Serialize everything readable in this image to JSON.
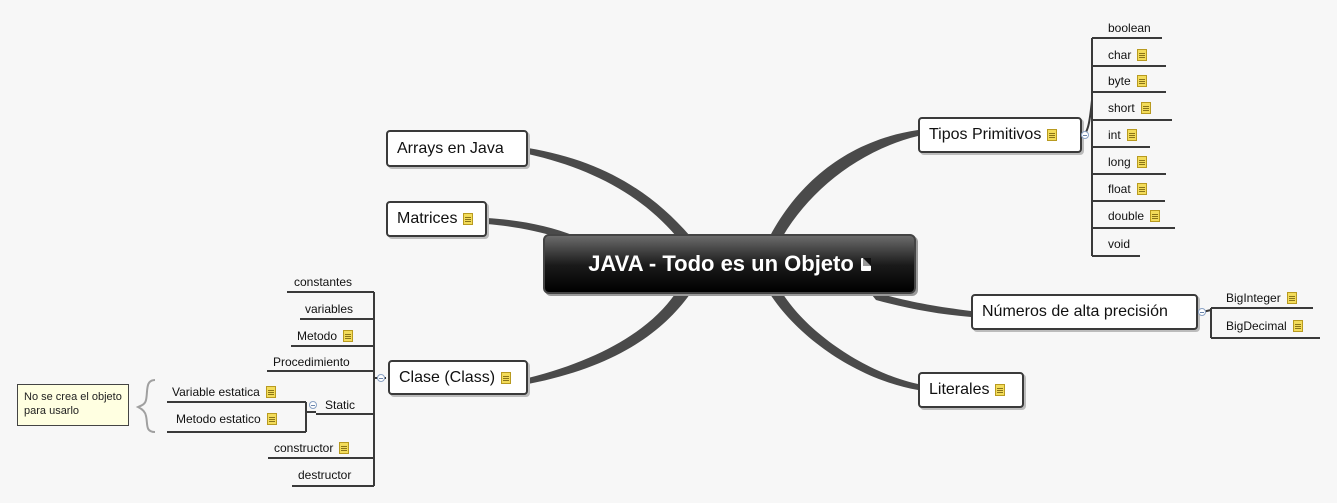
{
  "central": {
    "title": "JAVA - Todo es un Objeto"
  },
  "topics": {
    "arrays": "Arrays  en Java",
    "matrices": "Matrices",
    "clase": "Clase (Class)",
    "tipos": "Tipos Primitivos",
    "numeros": "Números de alta  precisión",
    "literales": "Literales"
  },
  "tipos_items": [
    "boolean",
    "char",
    "byte",
    "short",
    "int",
    "long",
    "float",
    "double",
    "void"
  ],
  "numeros_items": [
    "BigInteger",
    "BigDecimal"
  ],
  "clase_items": [
    "constantes",
    "variables",
    "Metodo",
    "Procedimiento",
    "Static",
    "constructor",
    "destructor"
  ],
  "static_items": [
    "Variable estatica",
    "Metodo estatico"
  ],
  "callout": {
    "text": "No se crea el objeto para usarlo"
  },
  "colors": {
    "link": "#3a3a3a",
    "note": "#f3dc5a",
    "callout_bg": "#ffffe1"
  },
  "icons": {
    "note": "note-icon",
    "document": "document-icon",
    "collapse": "collapse-toggle-icon",
    "brace": "brace-icon"
  }
}
